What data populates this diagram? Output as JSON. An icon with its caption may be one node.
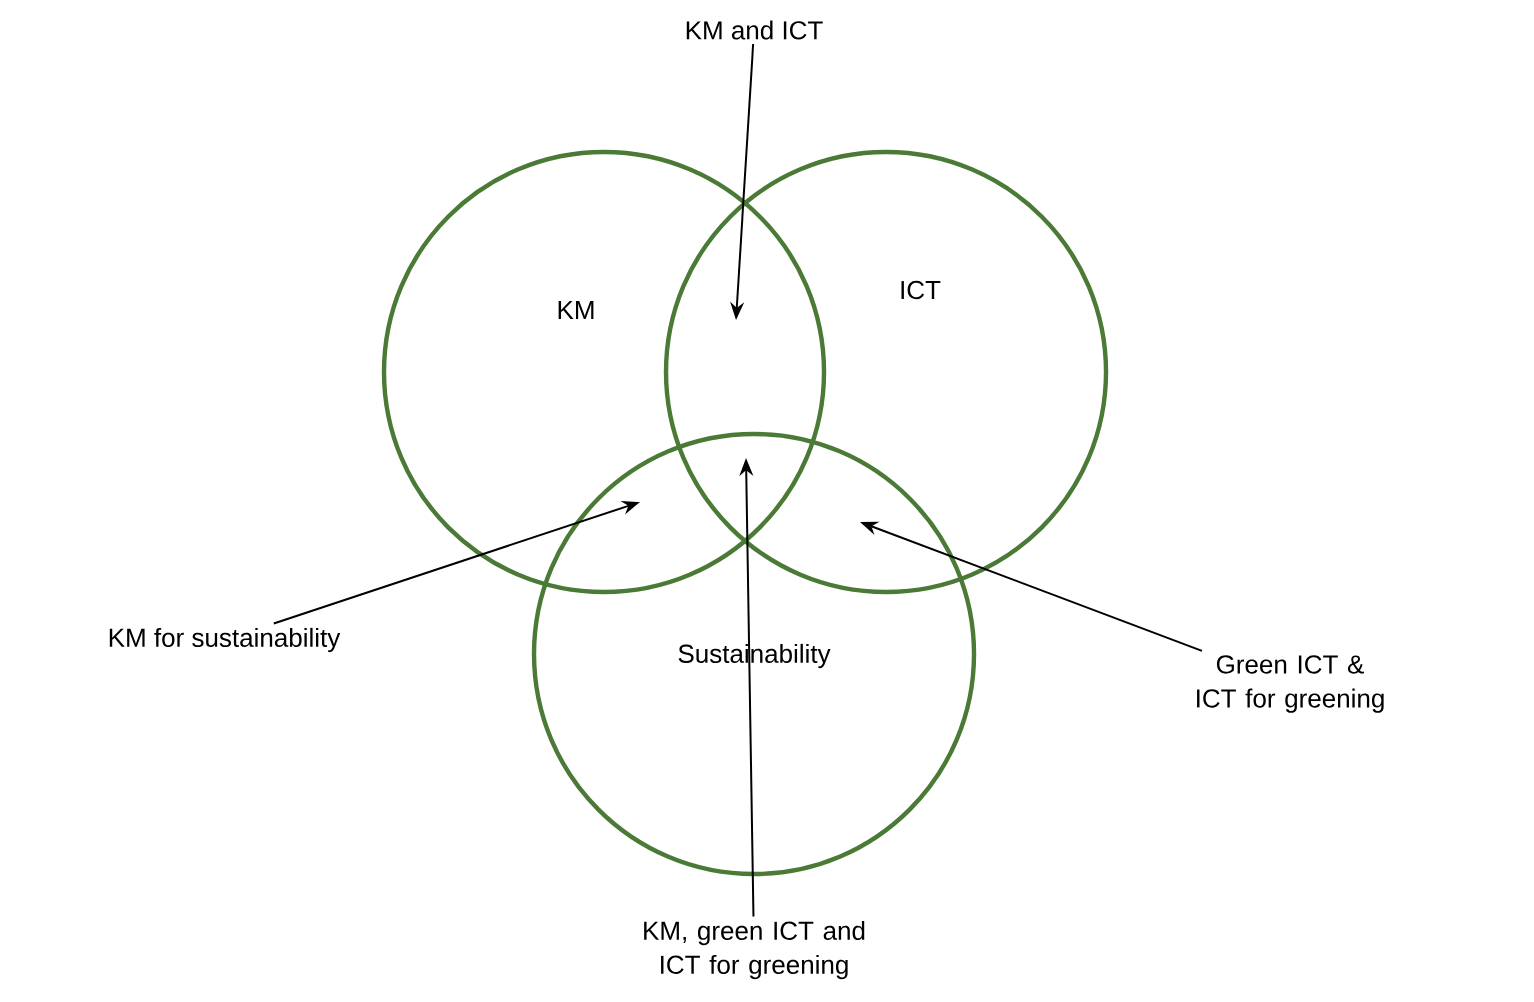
{
  "diagram": {
    "nodes": [
      {
        "text": [
          "KM"
        ]
      },
      {
        "text": [
          "ICT"
        ]
      },
      {
        "text": [
          "Sustainability"
        ]
      },
      {
        "text": [
          "KM and ICT"
        ]
      },
      {
        "text": [
          "KM for sustainability"
        ]
      },
      {
        "text": [
          "Green ICT & ICT for greening"
        ]
      },
      {
        "text": [
          "KM, green ICT and ICT for greening"
        ]
      }
    ],
    "edges": [
      {
        "from": 3,
        "to": 0,
        "arrow": "to"
      },
      {
        "from": 4,
        "to": 2,
        "arrow": "to"
      },
      {
        "from": 5,
        "to": 2,
        "arrow": "to"
      },
      {
        "from": 6,
        "to": 2,
        "arrow": "to"
      }
    ]
  }
}
